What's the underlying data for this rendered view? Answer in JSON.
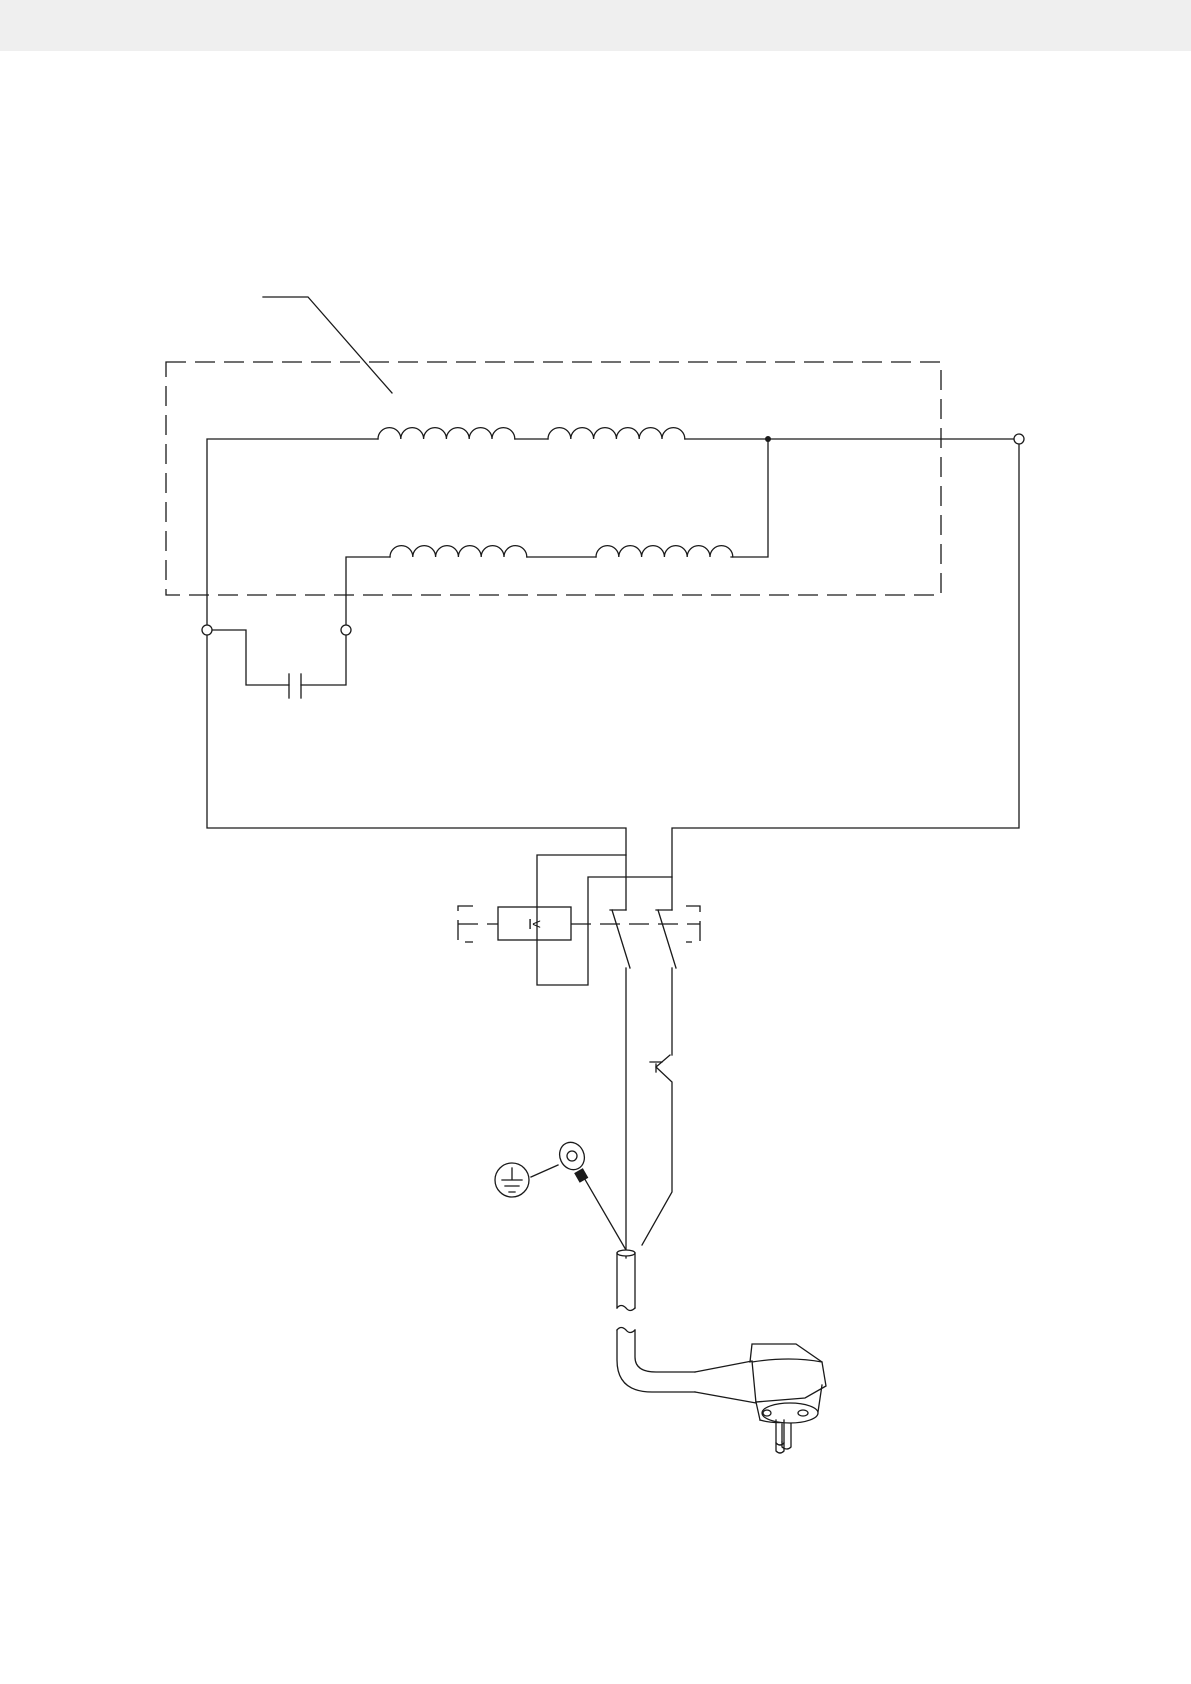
{
  "page": {
    "header_band_color": "#efefef",
    "line_color": "#1a1a1a"
  },
  "diagram": {
    "motor_enclosure": {
      "label": ""
    },
    "run_winding": {
      "coil_groups": 2
    },
    "start_winding": {
      "coil_groups": 2
    },
    "capacitor": {
      "label": ""
    },
    "protection_module": {
      "symbol_text": "I<"
    },
    "main_switch": {
      "poles": 2
    },
    "push_button": {
      "label": ""
    },
    "earth": {
      "icon": "protective-earth-icon"
    },
    "mains_plug": {
      "icon": "schuko-plug-icon"
    }
  }
}
